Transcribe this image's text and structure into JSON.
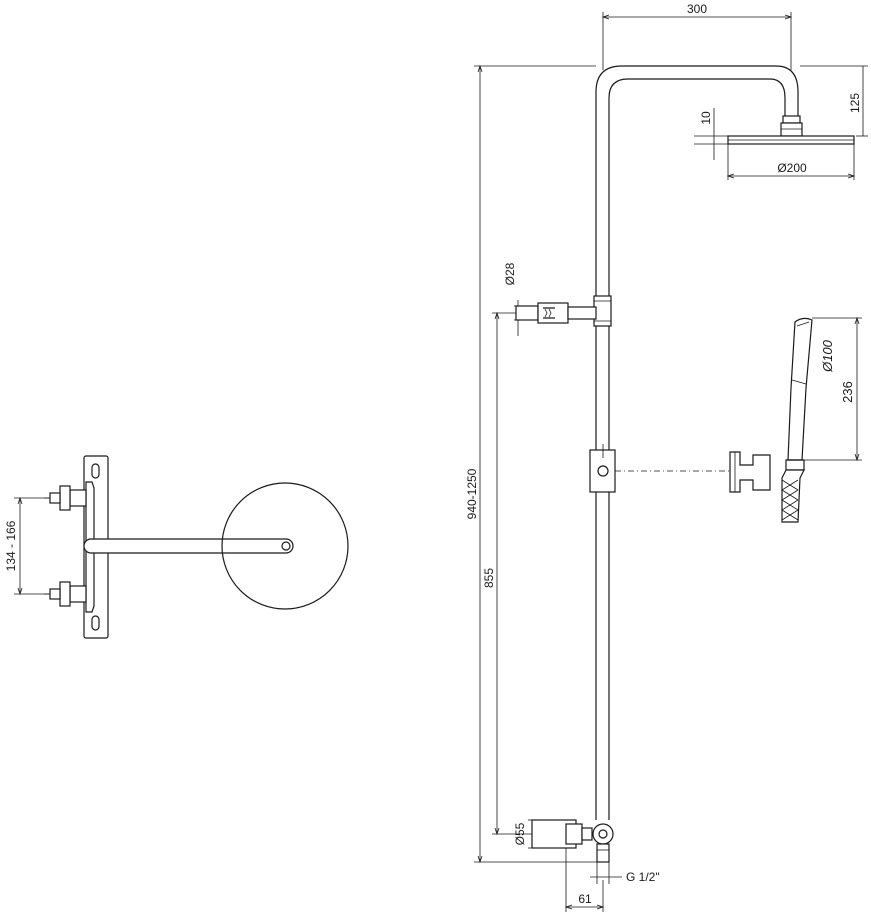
{
  "dimensions": {
    "arm_width": "300",
    "head_drop": "125",
    "head_thickness": "10",
    "head_diameter": "Ø200",
    "bar_diameter": "Ø28",
    "total_height": "940-1250",
    "outlet_height": "855",
    "hand_diameter": "Ø100",
    "hand_length": "236",
    "mixer_diameter": "Ø55",
    "thread": "G 1/2\"",
    "projection": "61",
    "inlet_centres": "134 - 166"
  }
}
